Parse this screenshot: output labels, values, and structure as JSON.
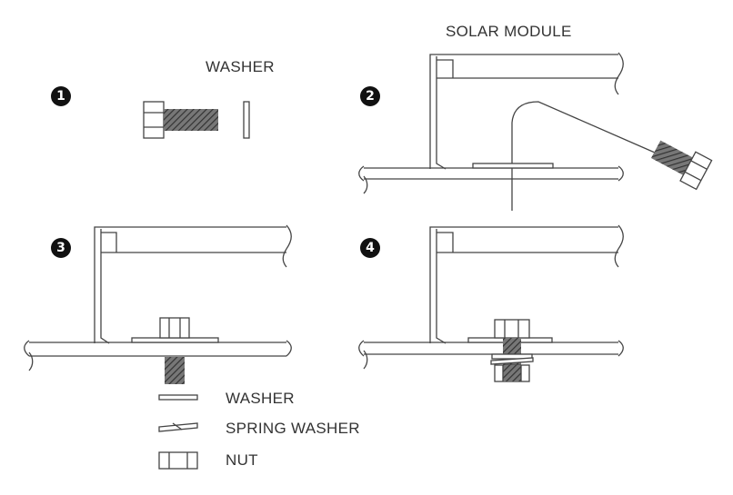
{
  "steps": [
    {
      "number": "1",
      "label": "WASHER"
    },
    {
      "number": "2",
      "label": "SOLAR MODULE"
    },
    {
      "number": "3"
    },
    {
      "number": "4"
    }
  ],
  "legend": {
    "washer": "WASHER",
    "spring_washer": "SPRING WASHER",
    "nut": "NUT"
  }
}
